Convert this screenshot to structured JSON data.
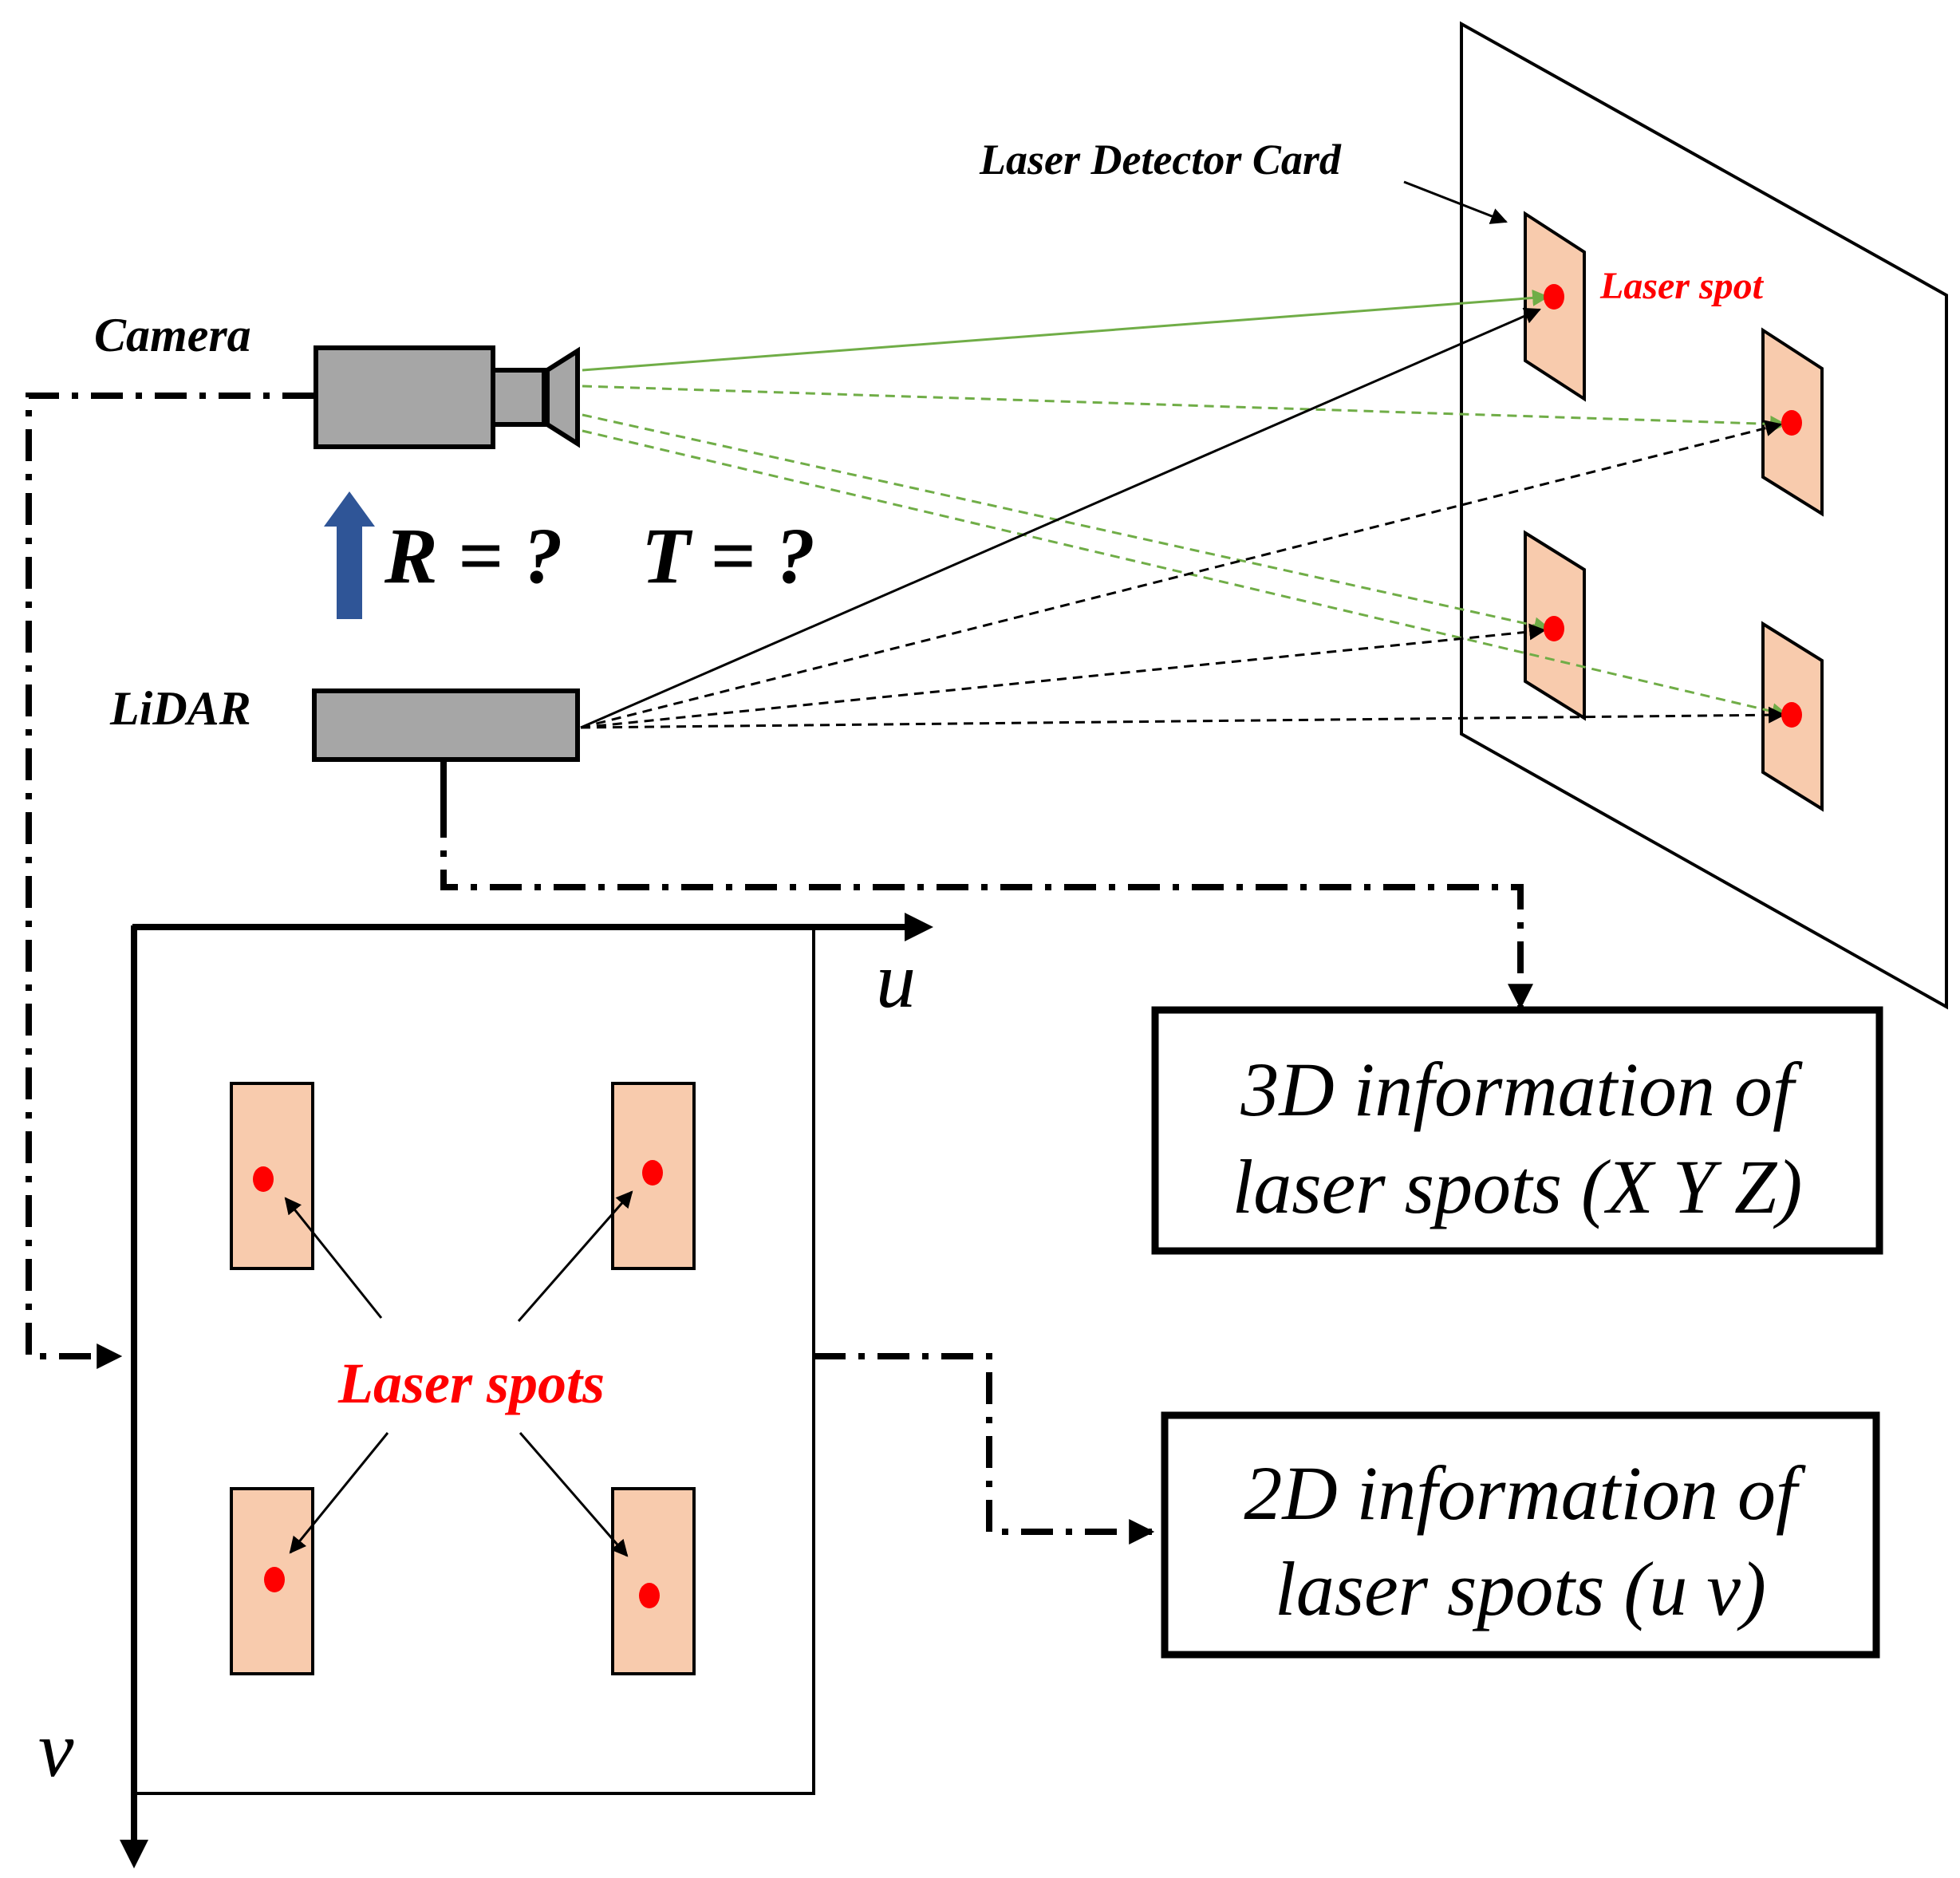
{
  "labels": {
    "camera": "Camera",
    "lidar": "LiDAR",
    "rotation": "R = ?",
    "translation": "T = ?",
    "detector_card": "Laser Detector Card",
    "laser_spot": "Laser spot",
    "laser_spots": "Laser spots",
    "u_axis": "u",
    "v_axis": "v"
  },
  "boxes": {
    "info_3d": [
      "3D information of",
      "laser spots (X Y Z)"
    ],
    "info_2d": [
      "2D information of",
      "laser spots (u v)"
    ]
  },
  "colors": {
    "card_fill": "#f8cbad",
    "spot": "#ff0000",
    "device_fill": "#a6a6a6",
    "camera_ray": "#70ad47",
    "arrow_blue": "#2f5597",
    "label_red": "#ff0000"
  }
}
